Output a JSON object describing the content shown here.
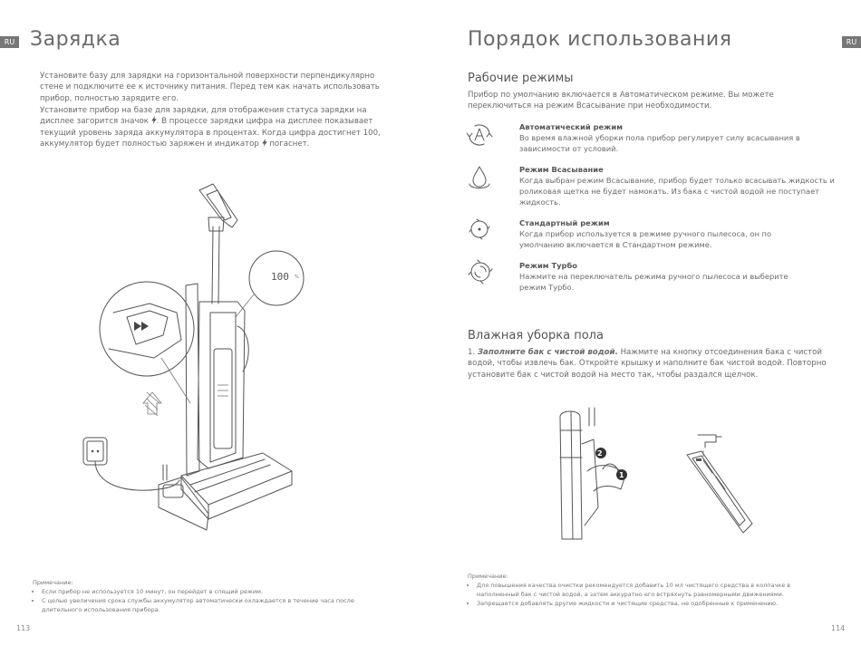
{
  "left_page": {
    "lang": "RU",
    "title": "Зарядка",
    "para1": "Установите базу для зарядки на горизонтальной поверхности перпендикулярно стене и подключите ее к источнику питания. Перед тем как начать использовать прибор, полностью зарядите его.",
    "para2_a": "Установите прибор на базе для зарядки, для отображения статуса зарядки на дисплее загорится значок",
    "para2_b": ". В процессе зарядки цифра на дисплее показывает текущий уровень заряда аккумулятора в процентах. Когда цифра достигнет 100, аккумулятор будет полностью заряжен и индикатор",
    "para2_c": "погаснет.",
    "display_value": "100",
    "display_unit": "%",
    "note_title": "Примечание:",
    "notes": [
      "Если прибор не используется 10 минут, он перейдет в спящий режим.",
      "С целью увеличения срока службы аккумулятор автоматически охлаждается в течение часа после длительного использования прибора."
    ],
    "page_number": "113"
  },
  "right_page": {
    "lang": "RU",
    "title": "Порядок использования",
    "modes_heading": "Рабочие режимы",
    "modes_intro": "Прибор по умолчанию включается в Автоматическом режиме. Вы можете переключиться на режим Всасывание при необходимости.",
    "modes": [
      {
        "icon": "auto-mode-icon",
        "name": "Автоматический режим",
        "desc": "Во время влажной уборки пола прибор регулирует силу всасывания в зависимости от условий."
      },
      {
        "icon": "suction-mode-icon",
        "name": "Режим Всасывание",
        "desc": "Когда выбран режим Всасывание, прибор будет только всасывать жидкость и роликовая щетка не будет намокать. Из бака с чистой водой не поступает жидкость."
      },
      {
        "icon": "standard-mode-icon",
        "name": "Стандартный режим",
        "desc": "Когда прибор используется в режиме ручного пылесоса, он по умолчанию включается в Стандартном режиме."
      },
      {
        "icon": "turbo-mode-icon",
        "name": "Режим Турбо",
        "desc": "Нажмите на переключатель режима ручного пылесоса и выберите режим Турбо."
      }
    ],
    "wet_heading": "Влажная уборка пола",
    "step_num": "1.",
    "step_bold": "Заполните бак с чистой водой.",
    "step_text": "Нажмите на кнопку отсоединения бака с чистой водой, чтобы извлечь бак. Откройте крышку и наполните бак чистой водой. Повторно установите бак с чистой водой на место так, чтобы раздался щелчок.",
    "callout_1": "1",
    "callout_2": "2",
    "note_title": "Примечание:",
    "notes": [
      "Для повышения качества очистки рекомендуется добавить 10 мл чистящего средства в колпачке в наполненный бак с чистой водой, а затем аккуратно его встряхнуть равномерными движениями.",
      "Запрещается добавлять другие жидкости и чистящие средства, не одобренные к применению."
    ],
    "page_number": "114"
  }
}
